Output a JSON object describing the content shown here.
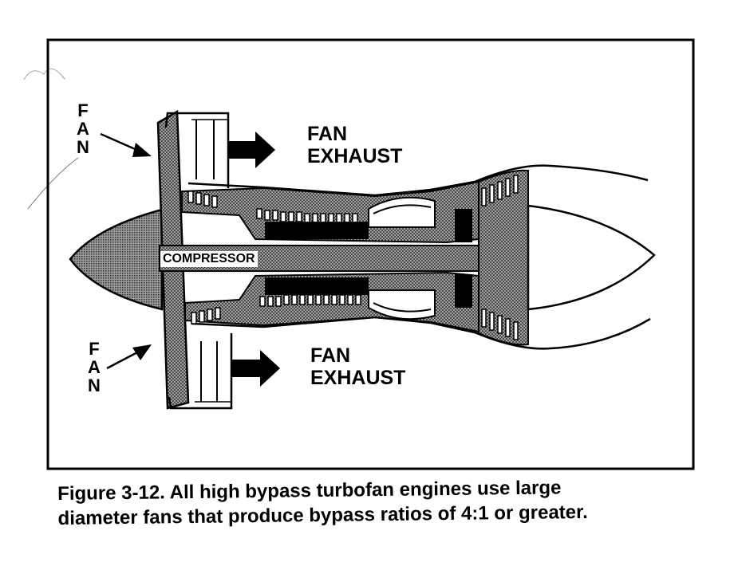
{
  "labels": {
    "fan_top": [
      "F",
      "A",
      "N"
    ],
    "fan_bottom": [
      "F",
      "A",
      "N"
    ],
    "fan_exhaust_top": [
      "FAN",
      "EXHAUST"
    ],
    "fan_exhaust_bottom": [
      "FAN",
      "EXHAUST"
    ],
    "compressor": "COMPRESSOR"
  },
  "caption": {
    "line1": "Figure 3-12. All high bypass turbofan engines use large",
    "line2": "diameter fans that produce bypass ratios of 4:1 or greater."
  },
  "icons": {
    "exhaust_arrow": "right-arrow-icon",
    "pointer_arrow": "arrow-icon"
  }
}
